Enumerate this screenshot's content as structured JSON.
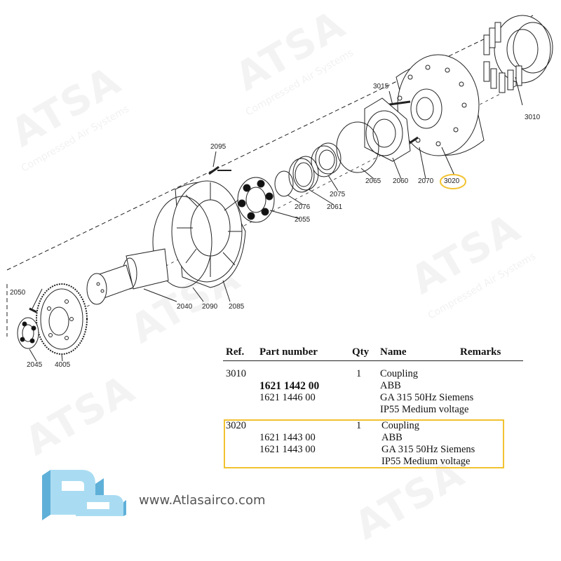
{
  "callouts": {
    "c3010": "3010",
    "c3015": "3015",
    "c3020": "3020",
    "c2095": "2095",
    "c2065": "2065",
    "c2060": "2060",
    "c2070": "2070",
    "c2075": "2075",
    "c2076": "2076",
    "c2061": "2061",
    "c2055": "2055",
    "c2050": "2050",
    "c2040": "2040",
    "c2090": "2090",
    "c2085": "2085",
    "c2045": "2045",
    "c4005": "4005"
  },
  "table": {
    "headers": {
      "ref": "Ref.",
      "part": "Part number",
      "qty": "Qty",
      "name": "Name",
      "remarks": "Remarks"
    },
    "rows": [
      {
        "ref": "3010",
        "qty": "1",
        "part_primary": "1621 1442 00",
        "part_secondary": "1621 1446 00",
        "name_lines": [
          "Coupling",
          "ABB",
          "GA 315 50Hz  Siemens",
          "IP55 Medium voltage"
        ]
      },
      {
        "ref": "3020",
        "qty": "1",
        "part_primary": "1621 1443 00",
        "part_secondary": "1621 1443 00",
        "name_lines": [
          "Coupling",
          "ABB",
          "GA 315 50Hz  Siemens",
          "IP55 Medium voltage"
        ]
      }
    ]
  },
  "watermark": {
    "brand": "ATSA",
    "tagline": "Compressed Air Systems"
  },
  "footer": {
    "url": "www.Atlasairco.com"
  },
  "colors": {
    "highlight": "#f2c230",
    "logo_light": "#a9dcf2",
    "logo_dark": "#5fb0d8"
  }
}
